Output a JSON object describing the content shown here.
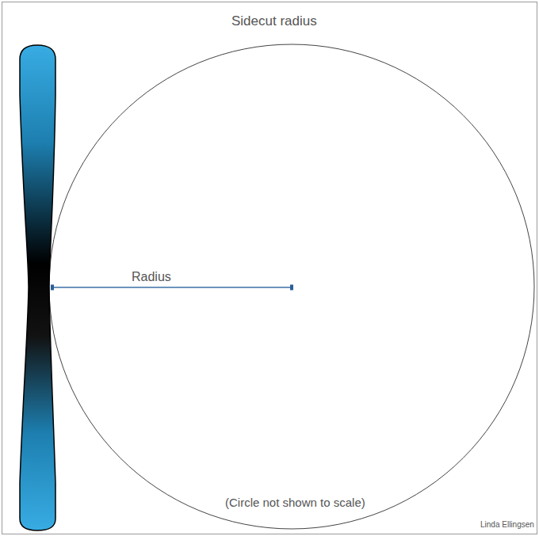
{
  "diagram": {
    "title": "Sidecut radius",
    "labels": [
      "Radius",
      "(Circle not shown to scale)",
      "Linda Ellingsen"
    ]
  }
}
